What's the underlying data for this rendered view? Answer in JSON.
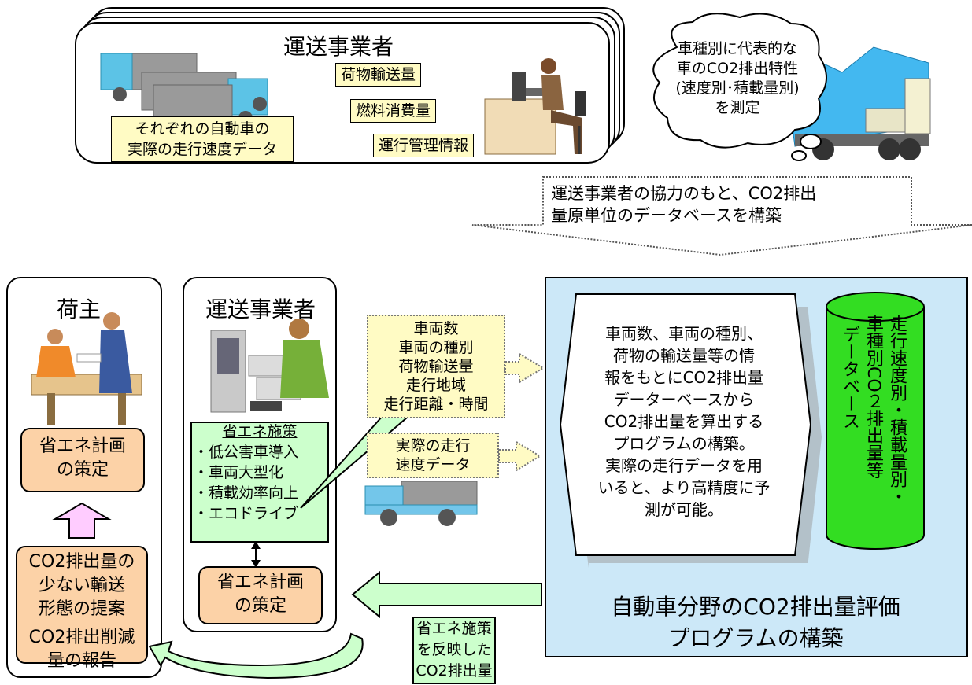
{
  "top_panel": {
    "title": "運送事業者",
    "vehicle_note": [
      "それぞれの自動車の",
      "実際の走行速度データ"
    ],
    "tag_cargo": "荷物輸送量",
    "tag_fuel": "燃料消費量",
    "tag_ops": "運行管理情報"
  },
  "cloud": [
    "車種別に代表的な",
    "車のCO2排出特性",
    "(速度別･積載量別)",
    "を測定"
  ],
  "dotted_callout": [
    "運送事業者の協力のもと、CO2排出",
    "量原単位のデータベースを構築"
  ],
  "shipper": {
    "title": "荷主",
    "plan_box": [
      "省エネ計画",
      "の策定"
    ],
    "proposal_box": [
      "CO2排出量の",
      "少ない輸送",
      "形態の提案"
    ],
    "report_box": [
      "CO2排出削減",
      "量の報告"
    ]
  },
  "carrier": {
    "title": "運送事業者",
    "measures_title": "省エネ施策",
    "measures": [
      "・低公害車導入",
      "・車両大型化",
      "・積載効率向上",
      "・エコドライブ"
    ],
    "plan_box": [
      "省エネ計画",
      "の策定"
    ]
  },
  "inputs_note": [
    "車両数",
    "車両の種別",
    "荷物輸送量",
    "走行地域",
    "走行距離・時間"
  ],
  "speed_note": [
    "実際の走行",
    "速度データ"
  ],
  "program": {
    "description": [
      "車両数、車両の種別、",
      "荷物の輸送量等の情",
      "報をもとにCO2排出量",
      "データーベースから",
      "CO2排出量を算出する",
      "プログラムの構築。",
      "実際の走行データを用",
      "いると、より高精度に予",
      "測が可能。"
    ],
    "database_col1": "走行速度別・積載量別・",
    "database_col2": "車種別CO２排出量等",
    "database_col3": "データベース",
    "footer": [
      "自動車分野のCO2排出量評価",
      "プログラムの構築"
    ]
  },
  "result_note": [
    "省エネ施策",
    "を反映した",
    "CO2排出量"
  ],
  "colors": {
    "note_yellow": "#fffbc4",
    "orange_box": "#fcd2a7",
    "measures_green": "#ccffcc",
    "program_blue": "#cce8f8",
    "database_green": "#33dd22",
    "arrow_green": "#ccffcc"
  }
}
